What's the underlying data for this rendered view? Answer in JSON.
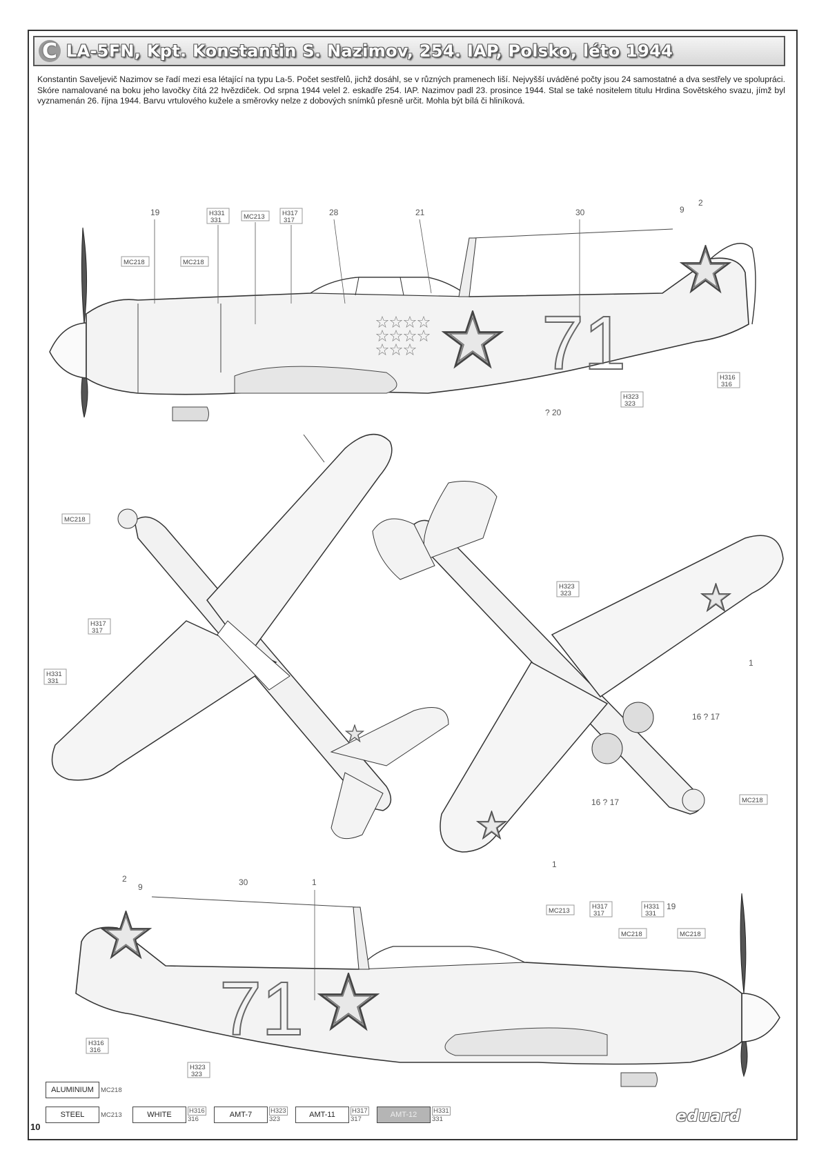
{
  "header": {
    "letter": "C",
    "title": "LA-5FN, Kpt. Konstantin S. Nazimov, 254. IAP, Polsko, léto 1944"
  },
  "description": "Konstantin Saveljevič Nazimov se řadí mezi esa létající na typu La-5. Počet sestřelů, jichž dosáhl, se v různých pramenech liší. Nejvyšší uváděné počty jsou 24 samostatné a dva sestřely ve spolupráci. Skóre namalované na boku jeho lavočky čítá 22 hvězdiček. Od srpna 1944 velel 2. eskadře 254. IAP. Nazimov padl 23. prosince 1944. Stal se také nositelem titulu Hrdina Sovětského svazu, jímž byl vyznamenán 26. října 1944. Barvu vrtulového kužele a směrovky nelze z dobových snímků přesně určit. Mohla být bílá či hliníková.",
  "aircraft_code": "71",
  "callouts": {
    "c19": "19",
    "c28": "28",
    "c21": "21",
    "c30": "30",
    "c9": "9",
    "c2": "2",
    "c1": "1",
    "c20": "? 20",
    "c1617a": "16 ? 17",
    "c1617b": "16 ? 17",
    "h331": "H331",
    "n331": "331",
    "h317": "H317",
    "n317": "317",
    "h316": "H316",
    "n316": "316",
    "h323": "H323",
    "n323": "323",
    "mc213": "MC213",
    "mc218": "MC218"
  },
  "legend": {
    "aluminium": {
      "label": "ALUMINIUM",
      "code": "MC218"
    },
    "steel": {
      "label": "STEEL",
      "code": "MC213"
    },
    "white": {
      "label": "WHITE",
      "code1": "H316",
      "code2": "316"
    },
    "amt7": {
      "label": "AMT-7",
      "code1": "H323",
      "code2": "323"
    },
    "amt11": {
      "label": "AMT-11",
      "code1": "H317",
      "code2": "317"
    },
    "amt12": {
      "label": "AMT-12",
      "code1": "H331",
      "code2": "331"
    }
  },
  "page_number": "10",
  "logo": "eduard",
  "colors": {
    "star_red": "#8a8a8a",
    "outline": "#444444"
  }
}
